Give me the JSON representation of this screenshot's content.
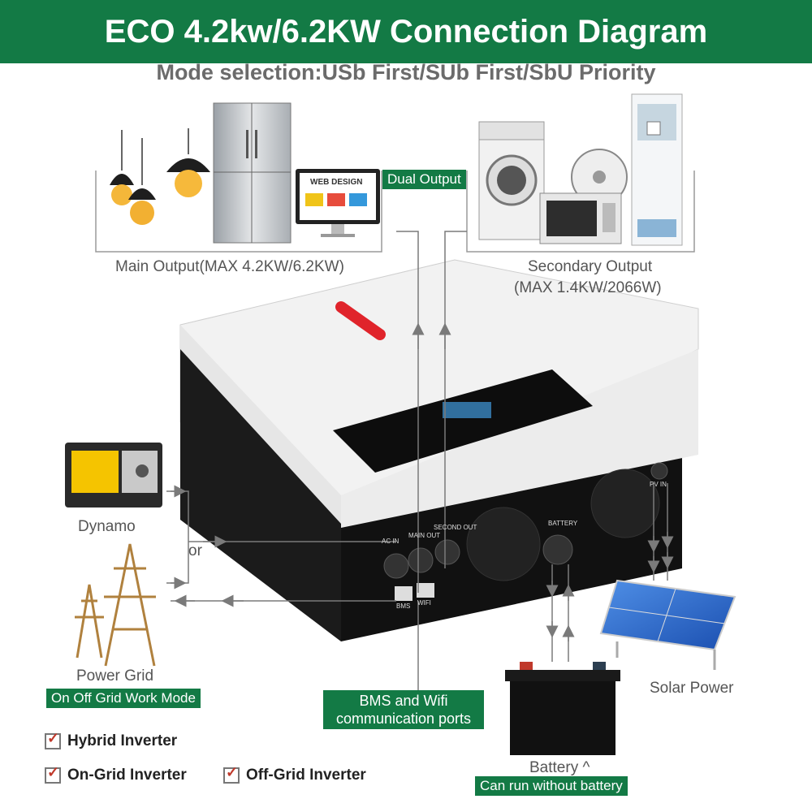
{
  "title": "ECO 4.2kw/6.2KW Connection Diagram",
  "subtitle": "Mode selection:USb First/SUb First/SbU Priority",
  "dual_output_tag": "Dual Output",
  "monitor_text": "WEB DESIGN",
  "main_output_label": "Main Output(MAX 4.2KW/6.2KW)",
  "secondary_output_label_1": "Secondary Output",
  "secondary_output_label_2": "(MAX 1.4KW/2066W)",
  "dynamo_label": "Dynamo",
  "or_label": "or",
  "power_grid_label": "Power Grid",
  "grid_mode_tag": "On Off Grid Work Mode",
  "bms_tag_line1": "BMS and Wifi",
  "bms_tag_line2": "communication ports",
  "solar_label": "Solar Power",
  "battery_label": "Battery ^",
  "battery_tag": "Can run without battery",
  "inverter_labels": {
    "ac_in": "AC IN",
    "main_out": "MAIN OUT",
    "second_out": "SECOND OUT",
    "battery": "BATTERY",
    "bms": "BMS",
    "wifi": "WIFI",
    "pv_in": "PV IN"
  },
  "features": [
    "Hybrid Inverter",
    "On-Grid Inverter",
    "Off-Grid Inverter"
  ],
  "colors": {
    "brand_green": "#137a45",
    "accent_red": "#e0242b",
    "arrow_gray": "#7a7a7a"
  }
}
